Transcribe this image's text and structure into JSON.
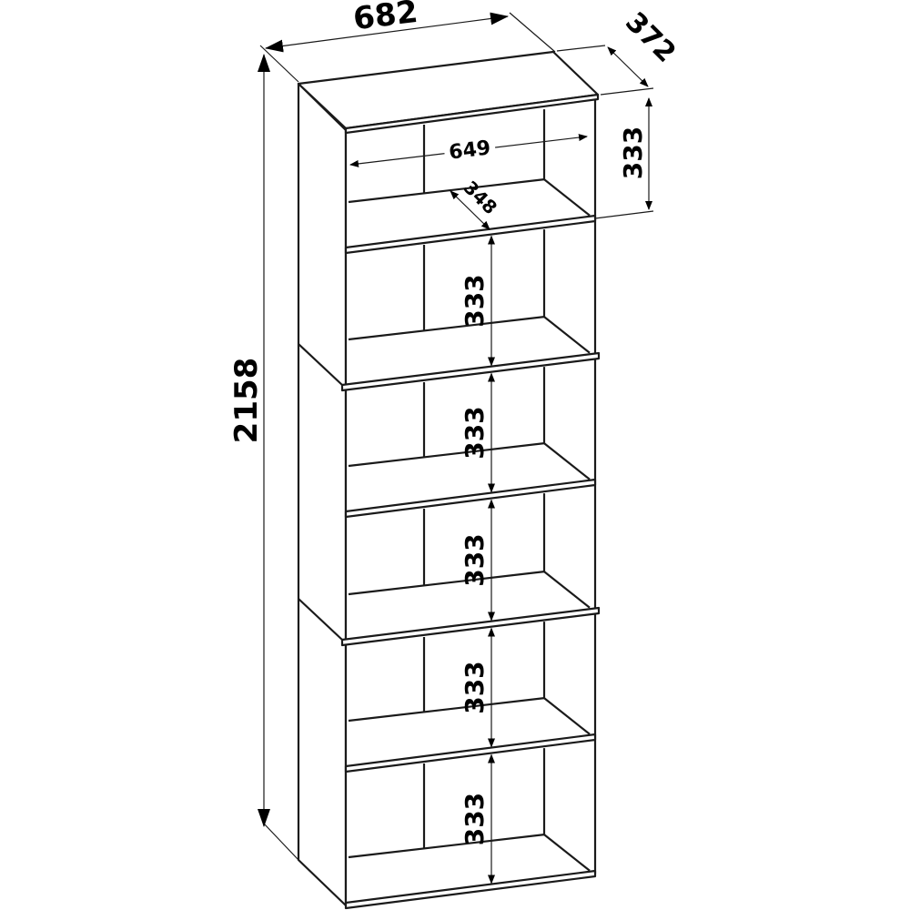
{
  "title": "Bookcase dimension drawing",
  "dimensions": {
    "total_width": "682",
    "total_depth": "372",
    "total_height": "2158",
    "inner_width": "649",
    "inner_depth": "348",
    "compartment_height": "333"
  },
  "compartment_count": 6,
  "colors": {
    "line": "#1a1a1a",
    "background": "#ffffff"
  }
}
